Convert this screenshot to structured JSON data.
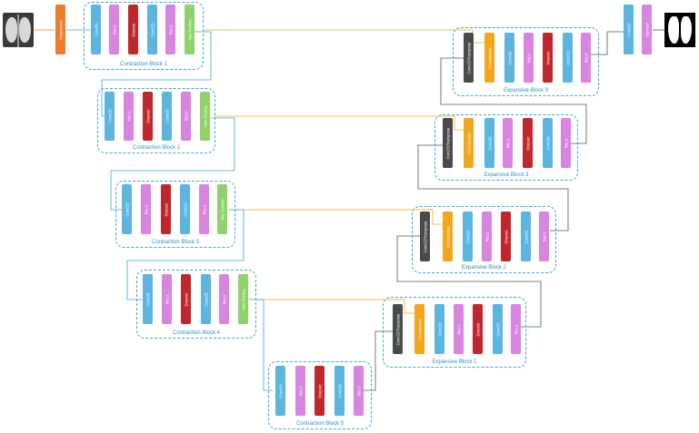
{
  "title": "",
  "input_image": "chest-xray-thumbnail",
  "output_image": "lung-segmentation-mask",
  "labels": {
    "conv": "Conv2D",
    "relu": "ReLU",
    "dropout": "Dropout",
    "maxpool": "Max Pooling",
    "concat": "Concatenate",
    "transpose": "Conv2DTranspose",
    "preprocess": "Preprocess",
    "sigmoid": "Sigmoid"
  },
  "colors": {
    "conv": "#5bb5df",
    "relu": "#d785e0",
    "dropout": "#c0272d",
    "maxpool": "#8fd16a",
    "concat": "#f2a71b",
    "transpose": "#4a4a4a",
    "preprocess": "#f07c2b",
    "block_border": "#3aa6d8",
    "skip_line": "#f2a71b",
    "flow_line": "#3aa6d8"
  },
  "blocks": {
    "c1": "Contraction Block 1",
    "c2": "Contraction Block 2",
    "c3": "Contraction Block 3",
    "c4": "Contraction Block 4",
    "c5": "Contraction Block 5",
    "e1": "Expansive Block 1",
    "e2": "Expansive Block 2",
    "e3a": "Expansive Block 3",
    "e3b": "Expansive Block 3"
  }
}
